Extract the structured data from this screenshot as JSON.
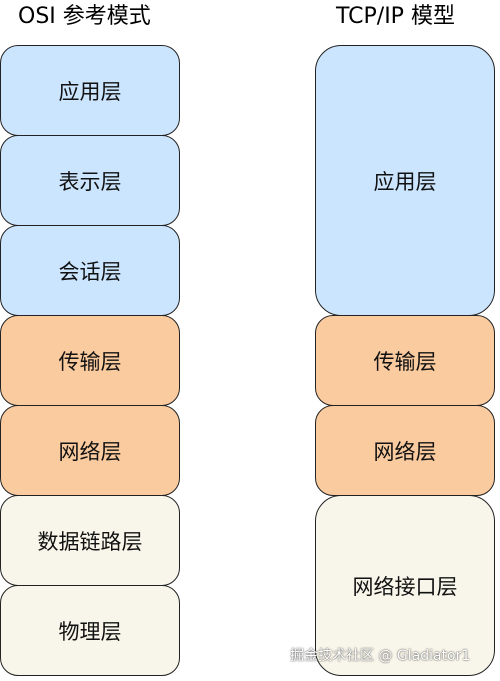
{
  "osi": {
    "title": "OSI 参考模式",
    "layers": [
      {
        "label": "应用层",
        "color": "#cce5ff"
      },
      {
        "label": "表示层",
        "color": "#cce5ff"
      },
      {
        "label": "会话层",
        "color": "#cce5ff"
      },
      {
        "label": "传输层",
        "color": "#fbcba0"
      },
      {
        "label": "网络层",
        "color": "#fbcba0"
      },
      {
        "label": "数据链路层",
        "color": "#f8f6ea"
      },
      {
        "label": "物理层",
        "color": "#f8f6ea"
      }
    ]
  },
  "tcpip": {
    "title": "TCP/IP 模型",
    "layers": [
      {
        "label": "应用层",
        "color": "#cce5ff"
      },
      {
        "label": "传输层",
        "color": "#fbcba0"
      },
      {
        "label": "网络层",
        "color": "#fbcba0"
      },
      {
        "label": "网络接口层",
        "color": "#f8f6ea"
      }
    ]
  },
  "watermark": "掘金技术社区 @ Gladiator1"
}
